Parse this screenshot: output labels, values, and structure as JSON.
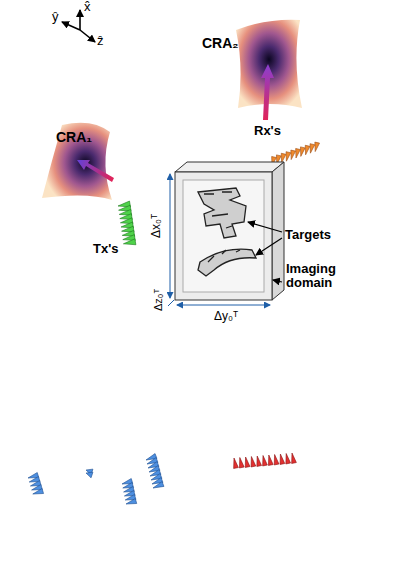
{
  "diagram": {
    "labels": [
      "x̂",
      "ŷ",
      "ẑ",
      "CRA₁",
      "CRA₂",
      "Tx's",
      "Rx's",
      "Targets",
      "Imaging domain",
      "Δx₀ᵀ",
      "Δz₀ᵀ",
      "Δy₀ᵀ"
    ]
  }
}
